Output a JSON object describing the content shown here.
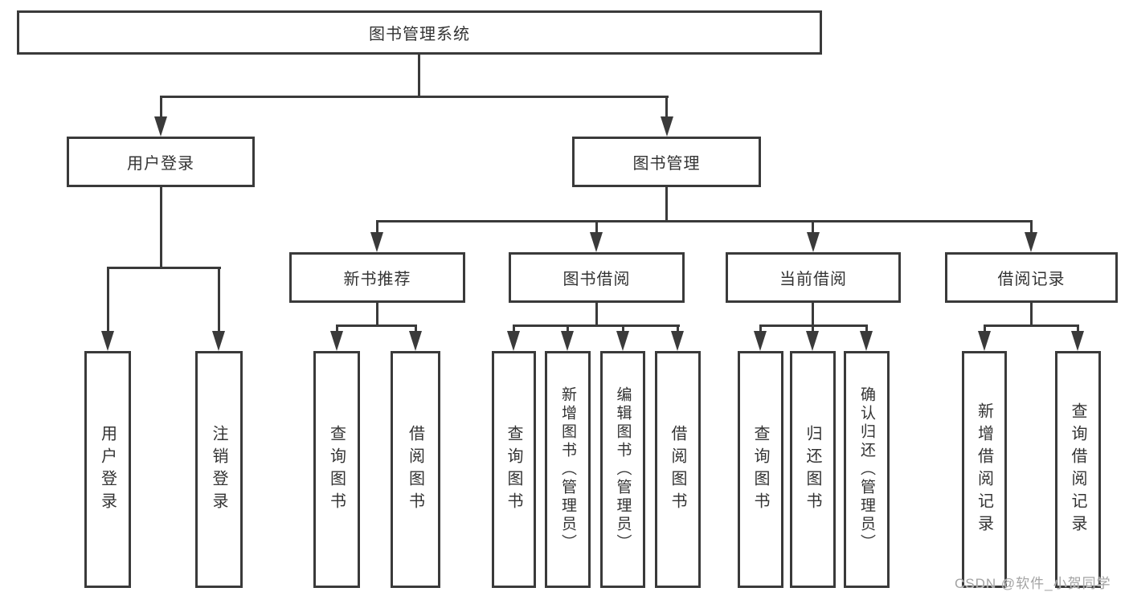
{
  "tree": {
    "root": "图书管理系统",
    "branches": [
      "用户登录",
      "图书管理"
    ],
    "modules": [
      "新书推荐",
      "图书借阅",
      "当前借阅",
      "借阅记录"
    ],
    "leaves": {
      "login": [
        "用户登录",
        "注销登录"
      ],
      "recommend": [
        "查询图书",
        "借阅图书"
      ],
      "borrow": [
        "查询图书",
        "新增图书（管理员）",
        "编辑图书（管理员）",
        "借阅图书"
      ],
      "current": [
        "查询图书",
        "归还图书",
        "确认归还（管理员）"
      ],
      "records": [
        "新增借阅记录",
        "查询借阅记录"
      ]
    }
  },
  "watermark": {
    "text": "CSDN @软件_小贺同学"
  },
  "colors": {
    "line": "#3a3a3a",
    "text": "#333333",
    "watermark": "#a3a3a3",
    "background": "#ffffff"
  }
}
